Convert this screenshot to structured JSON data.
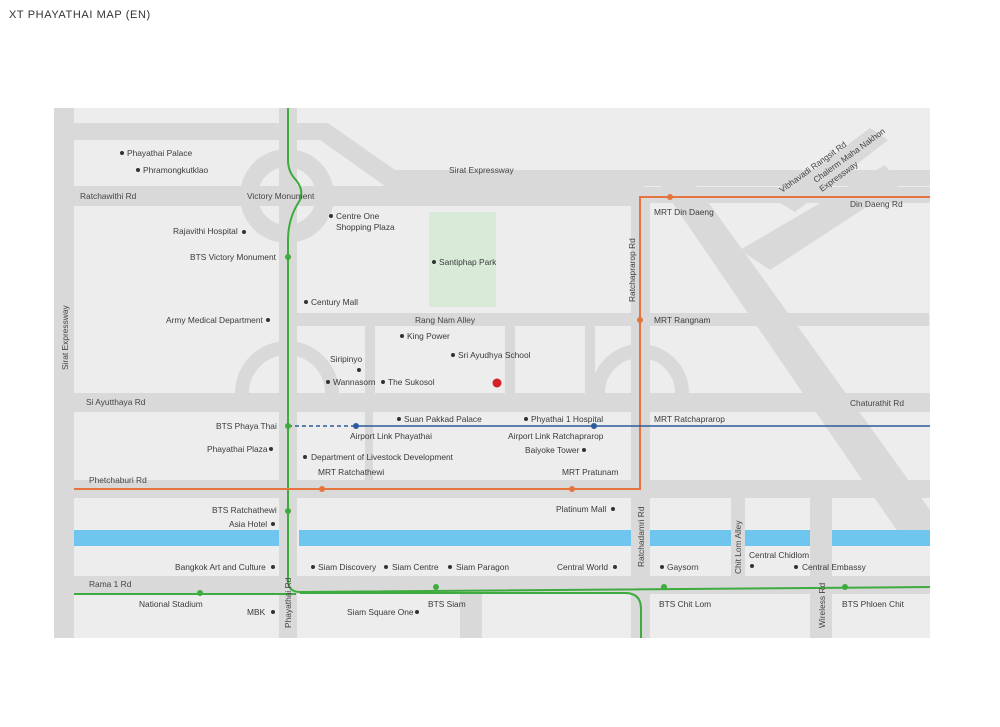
{
  "title": "XT PHAYATHAI MAP (EN)",
  "colors": {
    "road": "#d9d9d9",
    "block": "#ededed",
    "park": "#d8ebd8",
    "canal": "#6ec6ee",
    "bts_line": "#3dab3d",
    "mrt_line": "#e5743f",
    "airport_link": "#2d5c9a",
    "project_marker": "#d52027",
    "text": "#3a3a3a"
  },
  "roads": {
    "sirat_expressway_left": "Sirat Expressway",
    "sirat_expressway_top": "Sirat Expressway",
    "ratchawithi": "Ratchawithi Rd",
    "victory_monument": "Victory Monument",
    "din_daeng": "Din Daeng Rd",
    "vibhavadi": "Vibhavadi Rangsit Rd",
    "chalerm_1": "Chalerm Maha Nakhon",
    "chalerm_2": "Expressway",
    "ratchaprarop": "Ratchaprarop Rd",
    "rang_nam": "Rang Nam Alley",
    "si_ayutthaya": "Si Ayutthaya Rd",
    "chaturathit": "Chaturathit Rd",
    "phetchaburi": "Phetchaburi Rd",
    "ratchadamri": "Ratchadamri Rd",
    "chit_lom_alley": "Chit Lom Alley",
    "rama1": "Rama 1 Rd",
    "phayathai": "Phayathai Rd",
    "wireless": "Wireless Rd"
  },
  "places": {
    "phayathai_palace": "Phayathai Palace",
    "phramongkutklao": "Phramongkutklao",
    "centre_one_1": "Centre One",
    "centre_one_2": "Shopping Plaza",
    "rajavithi_hospital": "Rajavithi Hospital",
    "santiphap_park": "Santiphap Park",
    "century_mall": "Century Mall",
    "army_medical": "Army Medical Department",
    "king_power": "King Power",
    "siripinyo": "Siripinyo",
    "sri_ayudhya_school": "Sri Ayudhya School",
    "wannasorn": "Wannasorn",
    "the_sukosol": "The Sukosol",
    "suan_pakkad": "Suan Pakkad Palace",
    "phyathai1_hospital": "Phyathai 1 Hospital",
    "phayathai_plaza": "Phayathai Plaza",
    "dept_livestock": "Department of Livestock Development",
    "baiyoke_tower": "Baiyoke Tower",
    "platinum_mall": "Platinum Mall",
    "asia_hotel": "Asia Hotel",
    "central_chidlom": "Central Chidlom",
    "bangkok_art": "Bangkok Art and Culture",
    "siam_discovery": "Siam Discovery",
    "siam_centre": "Siam Centre",
    "siam_paragon": "Siam Paragon",
    "central_world": "Central World",
    "gaysorn": "Gaysorn",
    "central_embassy": "Central Embassy",
    "national_stadium": "National Stadium",
    "mbk": "MBK",
    "siam_square_one": "Siam Square One"
  },
  "stations": {
    "bts_victory_monument": "BTS Victory Monument",
    "bts_phaya_thai": "BTS Phaya Thai",
    "bts_ratchathewi": "BTS Ratchathewi",
    "bts_siam": "BTS Siam",
    "bts_chit_lom": "BTS Chit Lom",
    "bts_phloen_chit": "BTS Phloen Chit",
    "mrt_din_daeng": "MRT Din Daeng",
    "mrt_rangnam": "MRT Rangnam",
    "mrt_ratchaprarop": "MRT Ratchaprarop",
    "mrt_ratchathewi": "MRT Ratchathewi",
    "mrt_pratunam": "MRT Pratunam",
    "arl_phayathai": "Airport Link Phayathai",
    "arl_ratchaprarop": "Airport Link Ratchaprarop"
  }
}
